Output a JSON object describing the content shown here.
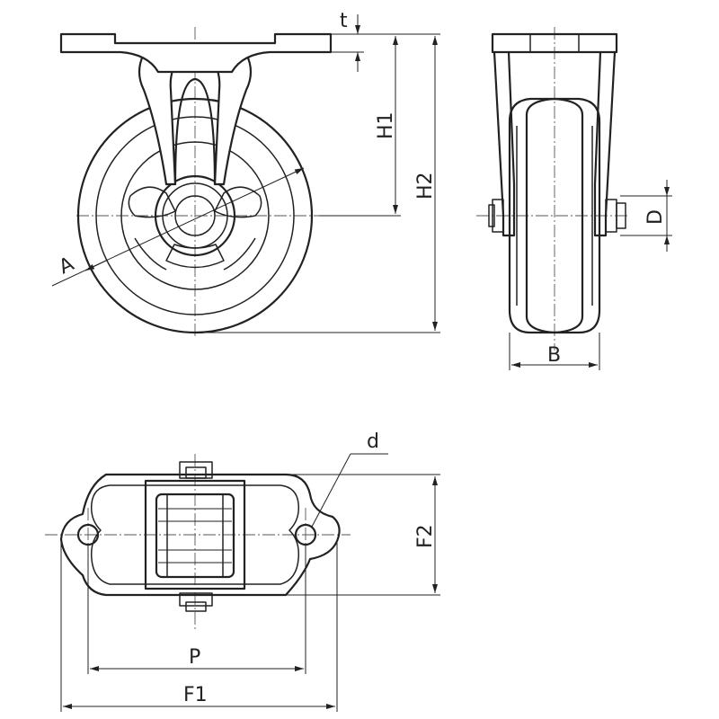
{
  "labels": {
    "t": "t",
    "H1": "H1",
    "H2": "H2",
    "A": "A",
    "D": "D",
    "B": "B",
    "d": "d",
    "F2": "F2",
    "P": "P",
    "F1": "F1"
  }
}
